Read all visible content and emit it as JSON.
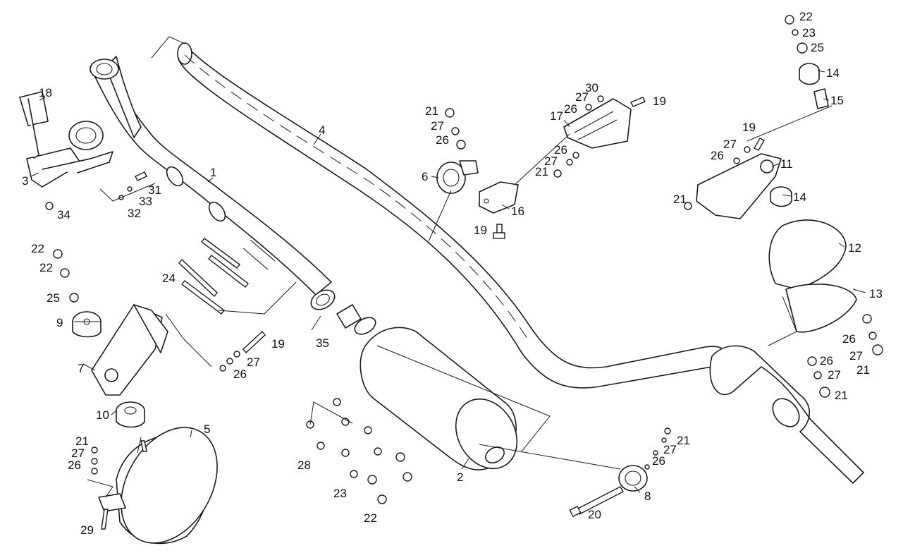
{
  "callouts": {
    "c1": "1",
    "c2": "2",
    "c3": "3",
    "c4": "4",
    "c5": "5",
    "c6": "6",
    "c7": "7",
    "c8": "8",
    "c9": "9",
    "c10": "10",
    "c11": "11",
    "c12": "12",
    "c13": "13",
    "c14a": "14",
    "c14b": "14",
    "c15": "15",
    "c16": "16",
    "c17": "17",
    "c18": "18",
    "c19a": "19",
    "c19b": "19",
    "c19c": "19",
    "c19d": "19",
    "c20": "20",
    "c21a": "21",
    "c21b": "21",
    "c21c": "21",
    "c21d": "21",
    "c21e": "21",
    "c21f": "21",
    "c21g": "21",
    "c22a": "22",
    "c22b": "22",
    "c22c": "22",
    "c22d": "22",
    "c23a": "23",
    "c23b": "23",
    "c24": "24",
    "c25a": "25",
    "c25b": "25",
    "c26a": "26",
    "c26b": "26",
    "c26c": "26",
    "c26d": "26",
    "c26e": "26",
    "c26f": "26",
    "c26g": "26",
    "c26h": "26",
    "c26i": "26",
    "c27a": "27",
    "c27b": "27",
    "c27c": "27",
    "c27d": "27",
    "c27e": "27",
    "c27f": "27",
    "c27g": "27",
    "c27h": "27",
    "c27i": "27",
    "c28": "28",
    "c29": "29",
    "c30": "30",
    "c31": "31",
    "c32": "32",
    "c33": "33",
    "c34": "34",
    "c35": "35"
  }
}
